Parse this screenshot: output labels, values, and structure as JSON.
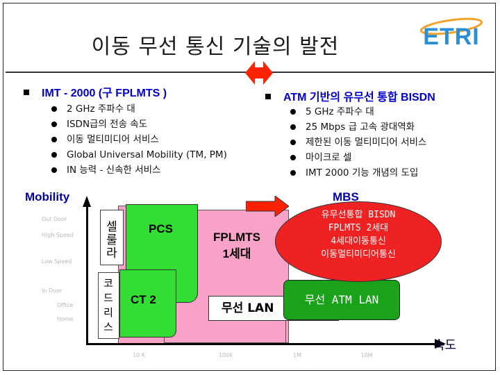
{
  "title": "이동 무선 통신 기술의 발전",
  "logo_text": "ETRI",
  "left_section": {
    "heading": "IMT - 2000  (구 FPLMTS )",
    "items": [
      "2 GHz 주파수 대",
      "ISDN급의 전송 속도",
      "이동 멀티미디어 서비스",
      "Global Universal Mobility (TM, PM)",
      "IN 능력 - 신속한 서비스"
    ]
  },
  "right_section": {
    "heading": "ATM 기반의 유무선 통합 BISDN",
    "items": [
      "5 GHz 주파수 대",
      "25 Mbps 급 고속 광대역화",
      "제한된 이동 멀티미디어 서비스",
      "마이크로 셀",
      "IMT 2000 기능 개념의 도입"
    ]
  },
  "diagram": {
    "y_axis_title": "Mobility",
    "x_axis_title": "속도",
    "mbs_label": "MBS",
    "y_levels": [
      "Out Door",
      "High Speed",
      "Low Speed",
      "In Door",
      "Office",
      "Home"
    ],
    "x_levels": [
      "10 K",
      "100K",
      "1M",
      "10M"
    ],
    "cellular": [
      "셀",
      "룰",
      "라"
    ],
    "cordless": [
      "코",
      "드",
      "리",
      "스"
    ],
    "pcs": "PCS",
    "ct2": "CT 2",
    "fplmts_line1": "FPLMTS",
    "fplmts_line2": "1세대",
    "wireless_lan": "무선 LAN",
    "wireless_atm_lan": "무선 ATM LAN",
    "bisdn_lines": [
      "유무선통합 BISDN",
      "FPLMTS 2세대",
      "4세대이동통신",
      "이동멀티미디어통신"
    ],
    "colors": {
      "pink": "#f9a2c8",
      "green": "#33dd33",
      "dark_green": "#1aa21a",
      "red": "#ee2222",
      "heading_blue": "#0000cc"
    }
  }
}
